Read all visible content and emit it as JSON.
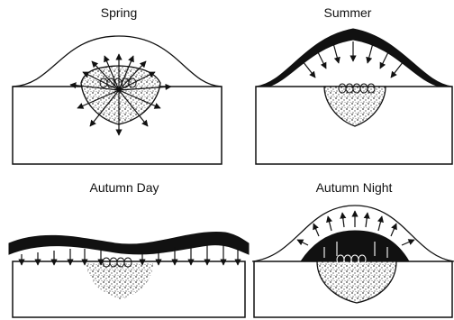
{
  "panels": [
    {
      "id": "spring",
      "title": "Spring"
    },
    {
      "id": "summer",
      "title": "Summer"
    },
    {
      "id": "autumn-day",
      "title": "Autumn Day"
    },
    {
      "id": "autumn-night",
      "title": "Autumn Night"
    }
  ],
  "colors": {
    "ink": "#111111",
    "background": "#ffffff",
    "speckle": "#444444"
  }
}
